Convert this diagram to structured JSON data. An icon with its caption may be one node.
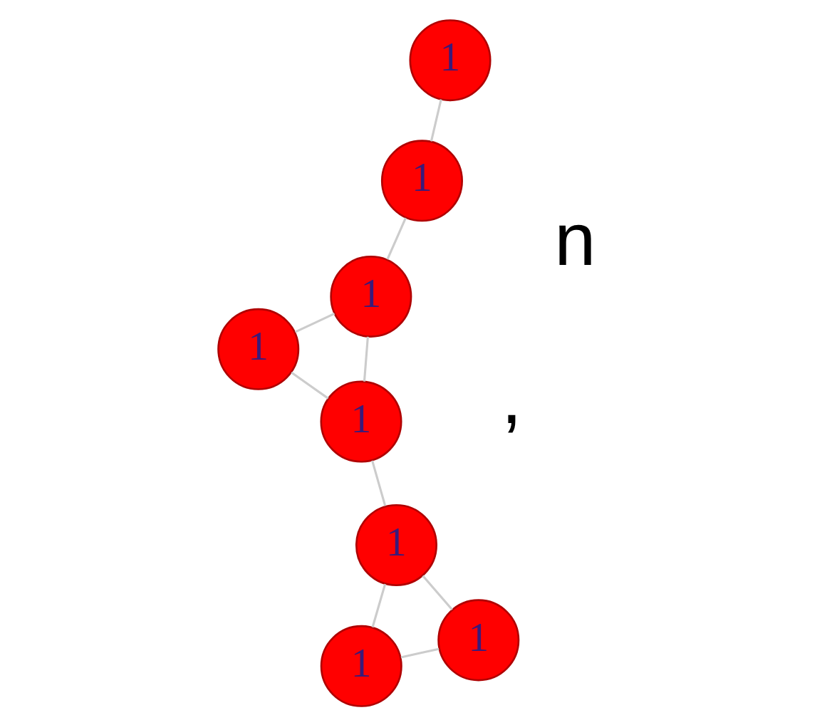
{
  "diagram": {
    "nodes": [
      {
        "text": [
          "1"
        ]
      },
      {
        "text": [
          "1"
        ]
      },
      {
        "text": [
          "1"
        ]
      },
      {
        "text": [
          "1"
        ]
      },
      {
        "text": [
          "1"
        ]
      },
      {
        "text": [
          "1"
        ]
      },
      {
        "text": [
          "1"
        ]
      },
      {
        "text": [
          "1"
        ]
      }
    ],
    "edges": [
      {
        "from": 0,
        "to": 1,
        "arrow": "none"
      },
      {
        "from": 1,
        "to": 2,
        "arrow": "none"
      },
      {
        "from": 2,
        "to": 3,
        "arrow": "none"
      },
      {
        "from": 0,
        "to": 4,
        "arrow": "none"
      },
      {
        "from": 1,
        "to": 4,
        "arrow": "none"
      },
      {
        "from": 4,
        "to": 5,
        "arrow": "none"
      },
      {
        "from": 5,
        "to": 6,
        "arrow": "none"
      },
      {
        "from": 6,
        "to": 7,
        "arrow": "none"
      },
      {
        "from": 5,
        "to": 7,
        "arrow": "none"
      }
    ],
    "labels": [
      ",",
      "n"
    ]
  }
}
